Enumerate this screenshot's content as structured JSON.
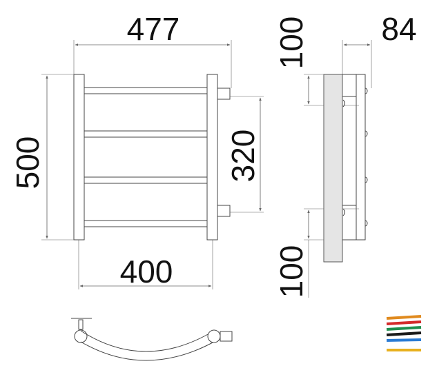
{
  "dimensions": {
    "overall_width": "477",
    "depth": "84",
    "top_offset": "100",
    "overall_height": "500",
    "connection_distance": "320",
    "rail_width": "400",
    "bottom_offset": "100"
  },
  "logo": {
    "stripe_colors": [
      "#e08a1e",
      "#d42a2a",
      "#1f8f4e",
      "#1a1a1a",
      "#2a7bd4",
      "#e8b01e"
    ]
  }
}
